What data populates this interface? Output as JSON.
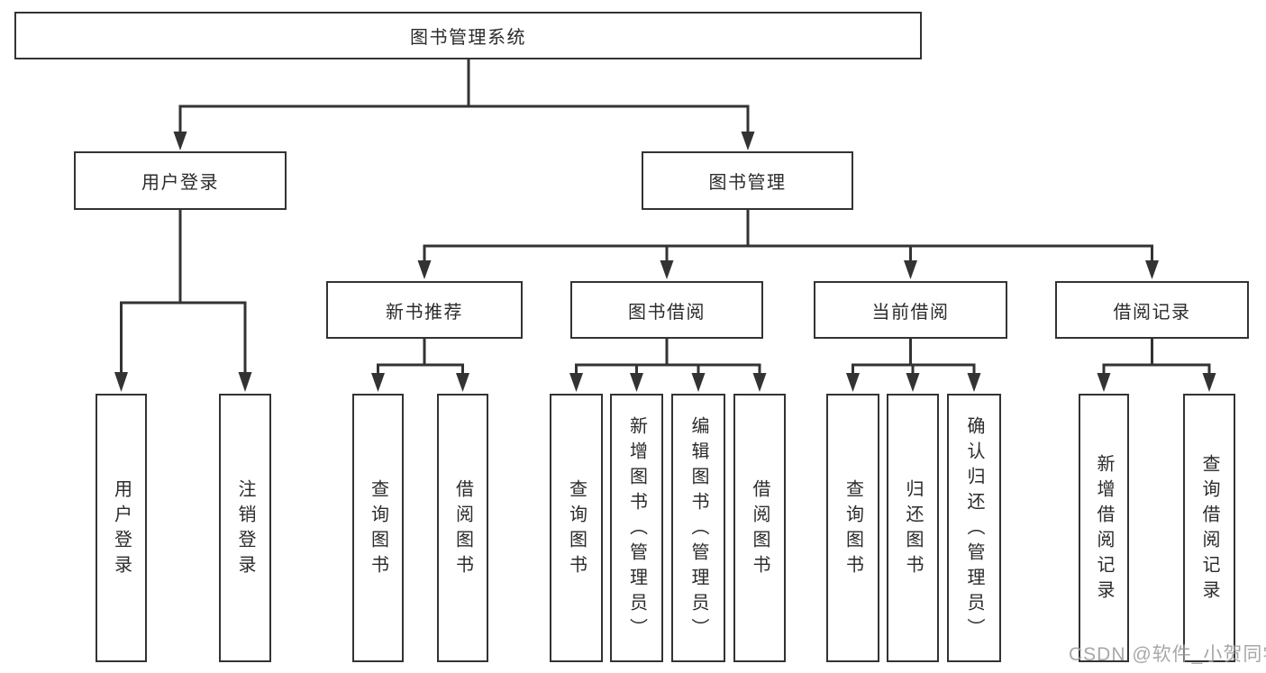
{
  "diagram": {
    "root_label": "图书管理系统",
    "branches": {
      "user_login": {
        "label": "用户登录",
        "children": [
          "用户登录",
          "注销登录"
        ]
      },
      "book_mgmt": {
        "label": "图书管理",
        "sections": [
          {
            "label": "新书推荐",
            "children": [
              "查询图书",
              "借阅图书"
            ]
          },
          {
            "label": "图书借阅",
            "children": [
              "查询图书",
              "新增图书（管理员）",
              "编辑图书（管理员）",
              "借阅图书"
            ]
          },
          {
            "label": "当前借阅",
            "children": [
              "查询图书",
              "归还图书",
              "确认归还（管理员）"
            ]
          },
          {
            "label": "借阅记录",
            "children": [
              "新增借阅记录",
              "查询借阅记录"
            ]
          }
        ]
      }
    },
    "watermark": "CSDN @软件_小贺同学"
  },
  "colors": {
    "line": "#333333",
    "box_border": "#333333",
    "box_fill": "#ffffff",
    "text": "#2b2b2b",
    "watermark": "#9e9e9e"
  }
}
